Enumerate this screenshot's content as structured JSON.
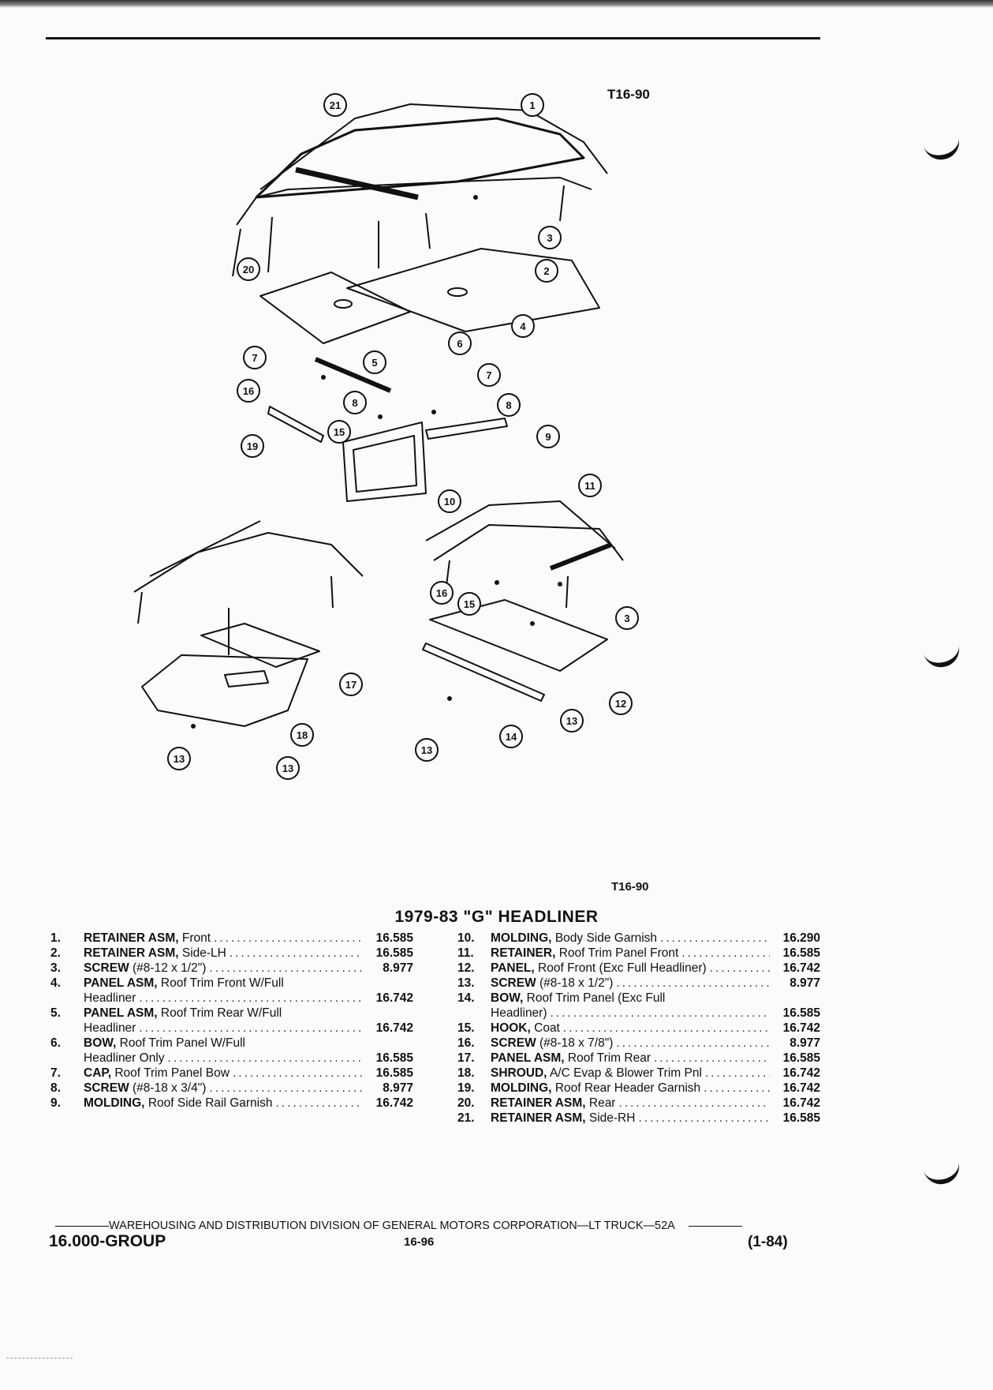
{
  "illustration": {
    "code_top": "T16-90",
    "code_bottom": "T16-90",
    "callouts": [
      "21",
      "1",
      "3",
      "20",
      "2",
      "4",
      "5",
      "6",
      "7",
      "16",
      "7",
      "8",
      "8",
      "15",
      "9",
      "19",
      "10",
      "11",
      "16",
      "15",
      "3",
      "17",
      "18",
      "12",
      "13",
      "13",
      "13",
      "14",
      "13"
    ]
  },
  "section": {
    "title": "1979-83 \"G\" HEADLINER"
  },
  "parts_left": [
    {
      "num": "1.",
      "name": "RETAINER ASM,",
      "desc": "Front",
      "code": "16.585"
    },
    {
      "num": "2.",
      "name": "RETAINER ASM,",
      "desc": "Side-LH",
      "code": "16.585"
    },
    {
      "num": "3.",
      "name": "SCREW",
      "desc": "(#8-12 x 1/2\")",
      "code": "8.977"
    },
    {
      "num": "4.",
      "name": "PANEL ASM,",
      "desc": "Roof Trim Front W/Full",
      "code": ""
    },
    {
      "num": "",
      "name": "",
      "desc": "Headliner",
      "code": "16.742"
    },
    {
      "num": "5.",
      "name": "PANEL ASM,",
      "desc": "Roof Trim Rear W/Full",
      "code": ""
    },
    {
      "num": "",
      "name": "",
      "desc": "Headliner",
      "code": "16.742"
    },
    {
      "num": "6.",
      "name": "BOW,",
      "desc": "Roof Trim Panel W/Full",
      "code": ""
    },
    {
      "num": "",
      "name": "",
      "desc": "Headliner Only",
      "code": "16.585"
    },
    {
      "num": "7.",
      "name": "CAP,",
      "desc": "Roof Trim Panel Bow",
      "code": "16.585"
    },
    {
      "num": "8.",
      "name": "SCREW",
      "desc": "(#8-18 x 3/4\")",
      "code": "8.977"
    },
    {
      "num": "9.",
      "name": "MOLDING,",
      "desc": "Roof Side Rail Garnish",
      "code": "16.742"
    }
  ],
  "parts_right": [
    {
      "num": "10.",
      "name": "MOLDING,",
      "desc": "Body Side Garnish",
      "code": "16.290"
    },
    {
      "num": "11.",
      "name": "RETAINER,",
      "desc": "Roof Trim Panel Front",
      "code": "16.585"
    },
    {
      "num": "12.",
      "name": "PANEL,",
      "desc": "Roof Front (Exc Full Headliner)",
      "code": "16.742"
    },
    {
      "num": "13.",
      "name": "SCREW",
      "desc": "(#8-18 x 1/2\")",
      "code": "8.977"
    },
    {
      "num": "14.",
      "name": "BOW,",
      "desc": "Roof Trim Panel (Exc Full",
      "code": ""
    },
    {
      "num": "",
      "name": "",
      "desc": "Headliner)",
      "code": "16.585"
    },
    {
      "num": "15.",
      "name": "HOOK,",
      "desc": "Coat",
      "code": "16.742"
    },
    {
      "num": "16.",
      "name": "SCREW",
      "desc": "(#8-18 x 7/8\")",
      "code": "8.977"
    },
    {
      "num": "17.",
      "name": "PANEL ASM,",
      "desc": "Roof Trim Rear",
      "code": "16.585"
    },
    {
      "num": "18.",
      "name": "SHROUD,",
      "desc": "A/C Evap & Blower Trim Pnl",
      "code": "16.742"
    },
    {
      "num": "19.",
      "name": "MOLDING,",
      "desc": "Roof Rear Header Garnish",
      "code": "16.742"
    },
    {
      "num": "20.",
      "name": "RETAINER ASM,",
      "desc": "Rear",
      "code": "16.742"
    },
    {
      "num": "21.",
      "name": "RETAINER ASM,",
      "desc": "Side-RH",
      "code": "16.585"
    }
  ],
  "footer": {
    "distribution": "WAREHOUSING AND DISTRIBUTION DIVISION OF GENERAL MOTORS CORPORATION—LT TRUCK—52A",
    "group": "16.000-GROUP",
    "page": "16-96",
    "date": "(1-84)"
  }
}
